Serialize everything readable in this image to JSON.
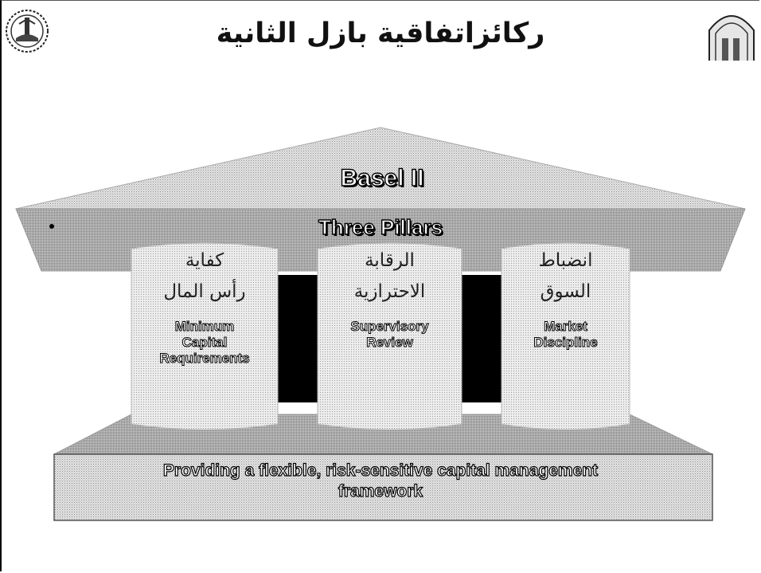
{
  "title": "ركائزاتفاقية بازل الثانية",
  "roof": {
    "heading": "Basel II"
  },
  "beam": {
    "label": "Three Pillars"
  },
  "pillars": [
    {
      "ar_line1": "كفاية",
      "ar_line2": "رأس المال",
      "en_line1": "Minimum",
      "en_line2": "Capital",
      "en_line3": "Requirements"
    },
    {
      "ar_line1": "الرقابة",
      "ar_line2": "الاحترازية",
      "en_line1": "Supervisory",
      "en_line2": "Review",
      "en_line3": ""
    },
    {
      "ar_line1": "انضباط",
      "ar_line2": "السوق",
      "en_line1": "Market",
      "en_line2": "Discipline",
      "en_line3": ""
    }
  ],
  "foundation": {
    "line1": "Providing a flexible, risk-sensitive capital management",
    "line2": "framework"
  },
  "colors": {
    "structure": "#d9d9d9",
    "pattern_dot": "#9a9a9a",
    "gap": "#000000"
  },
  "icons": {
    "left_logo": "seal-emblem-icon",
    "right_logo": "arch-building-icon"
  }
}
